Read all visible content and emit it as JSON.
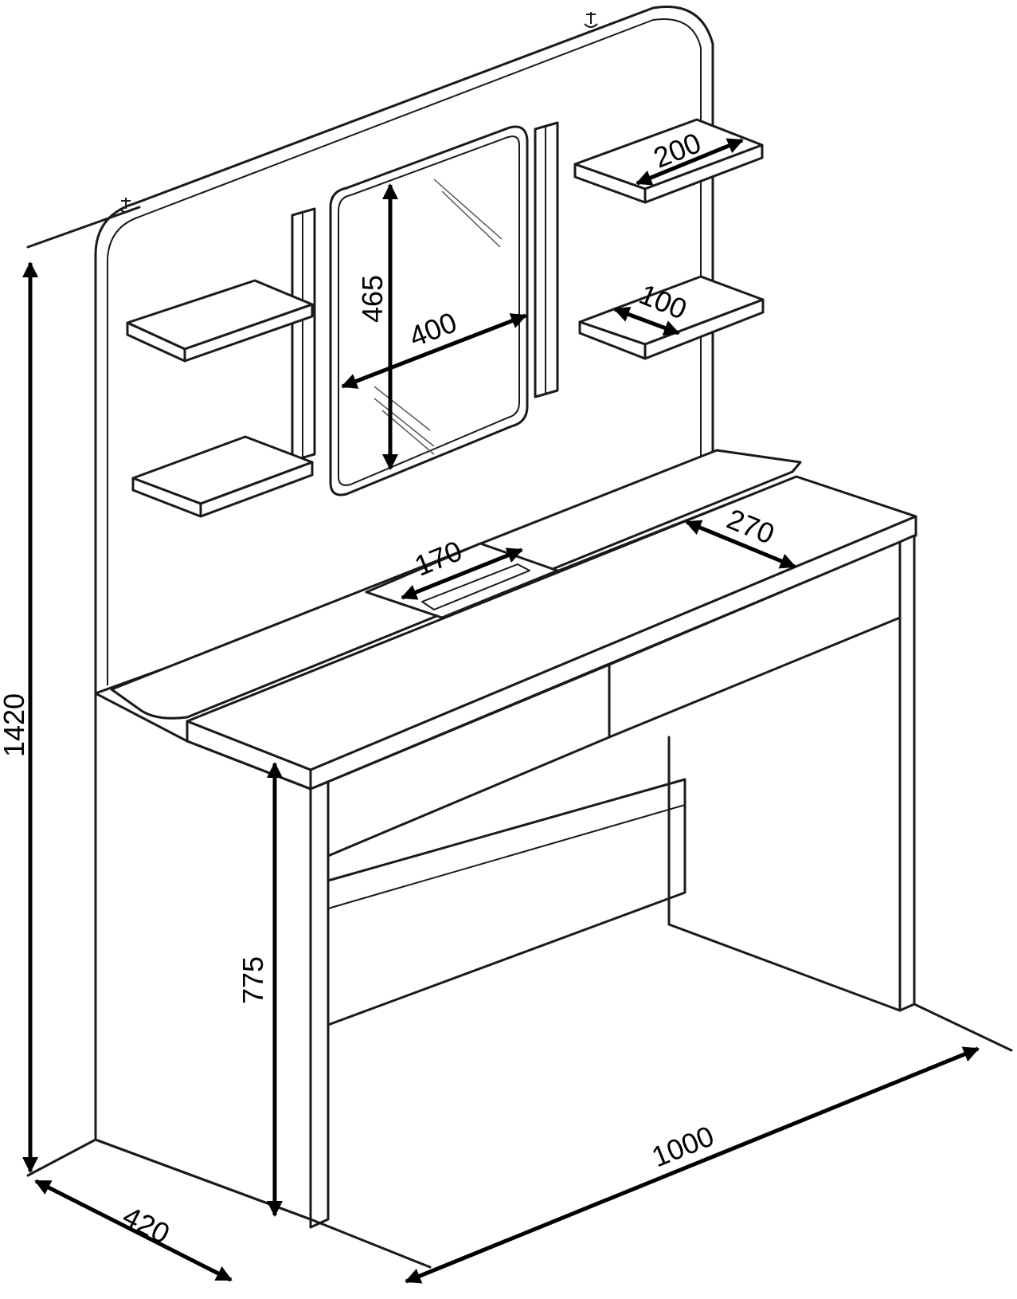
{
  "dimensions": {
    "total_height": "1420",
    "depth": "420",
    "width": "1000",
    "table_height": "775",
    "mirror_height": "465",
    "mirror_width": "400",
    "top_shelf": "200",
    "middle_shelf": "100",
    "tray": "170",
    "desktop_depth": "270"
  },
  "colors": {
    "line": "#1a1a1a",
    "dimension": "#000000",
    "background": "#ffffff"
  }
}
